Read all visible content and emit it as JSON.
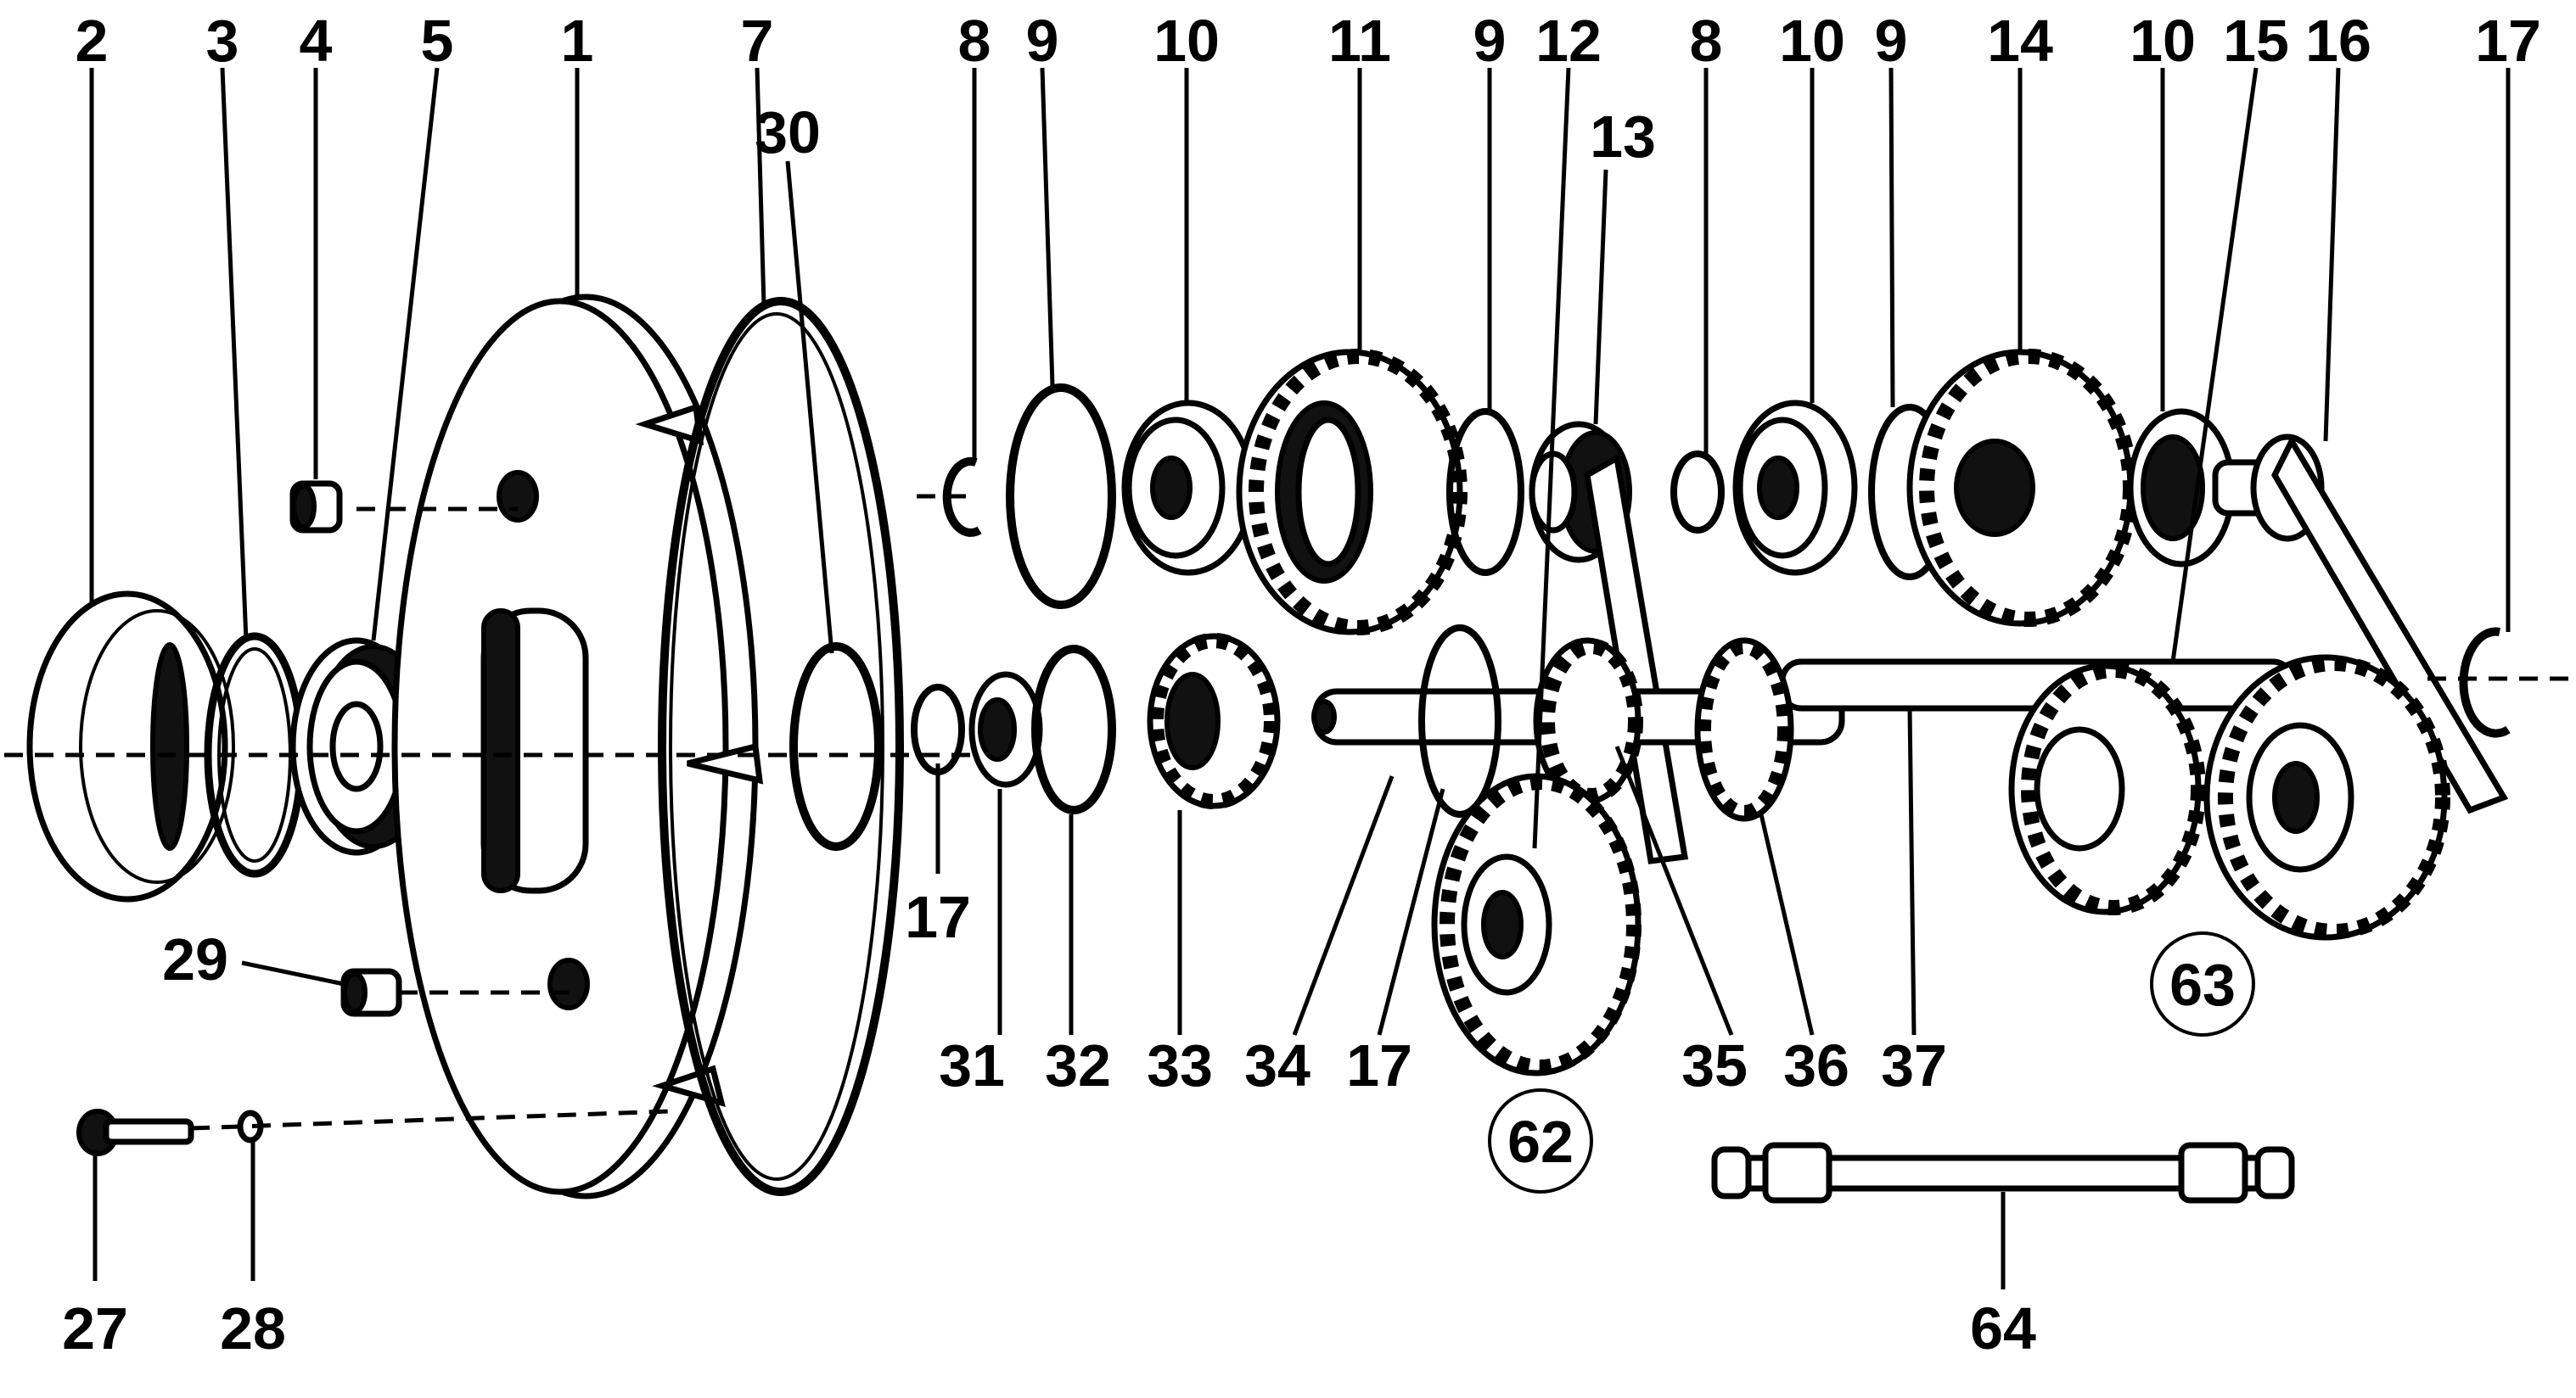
{
  "diagram": {
    "colors": {
      "ink": "#000000",
      "paper": "#ffffff"
    },
    "part_labels": [
      "2",
      "3",
      "4",
      "5",
      "1",
      "7",
      "8",
      "9",
      "10",
      "11",
      "9",
      "12",
      "8",
      "10",
      "9",
      "14",
      "10",
      "15",
      "16",
      "17",
      "13",
      "30",
      "29",
      "17",
      "31",
      "32",
      "33",
      "34",
      "17",
      "35",
      "36",
      "37",
      "63",
      "62",
      "27",
      "28",
      "64"
    ],
    "circled_labels": [
      "62",
      "63"
    ]
  }
}
